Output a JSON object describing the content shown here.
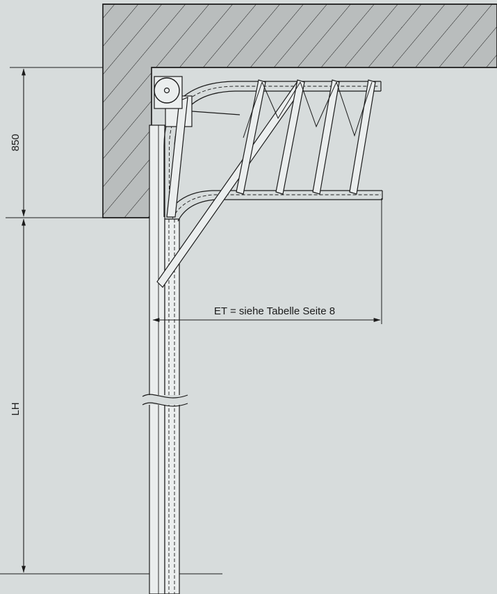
{
  "labels": {
    "headroom": "850",
    "height": "LH",
    "et_note": "ET = siehe Tabelle Seite 8"
  },
  "colors": {
    "background": "#d7dcdc",
    "wall": "#b9bdbd",
    "track": "#ebeeee",
    "line": "#1b1b1b"
  }
}
